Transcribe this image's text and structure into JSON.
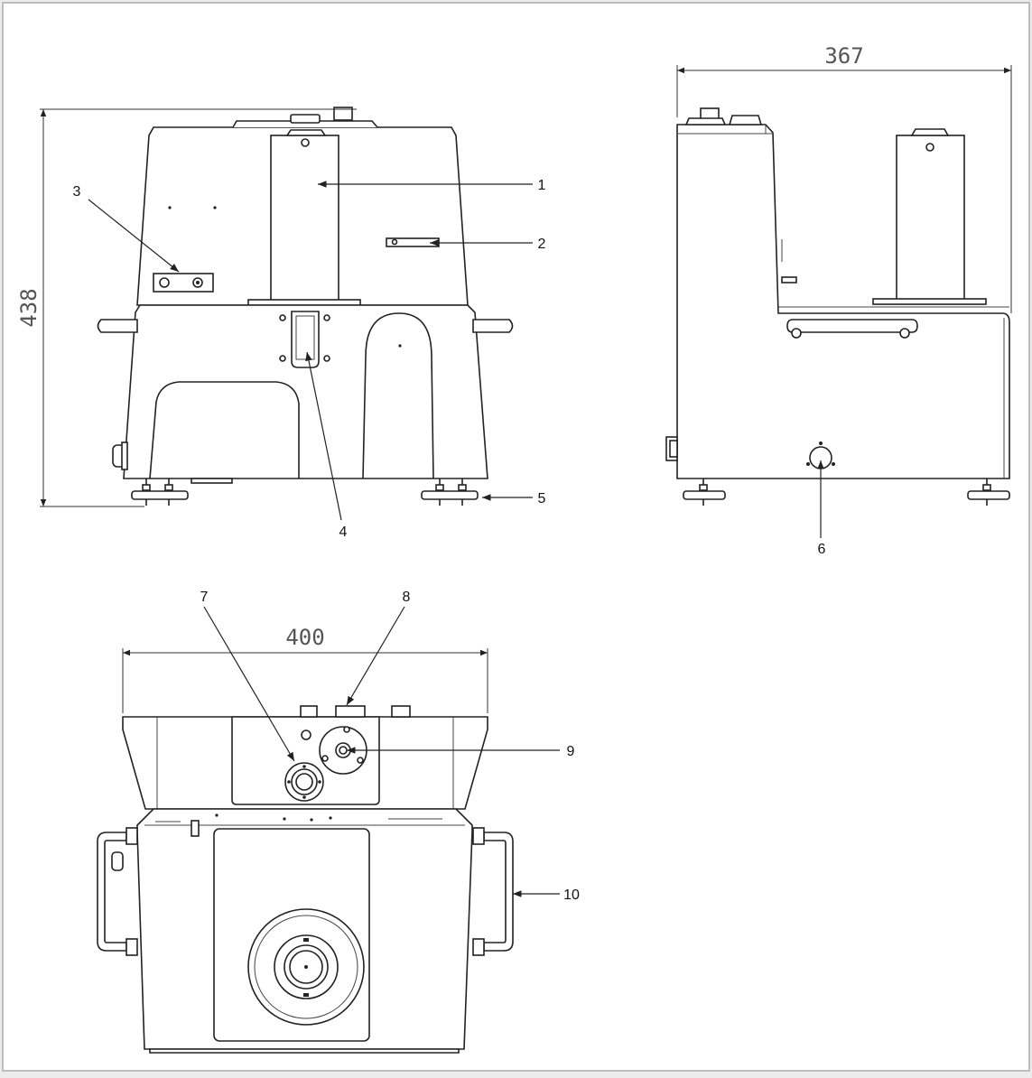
{
  "callouts": [
    "1",
    "2",
    "3",
    "4",
    "5",
    "6",
    "7",
    "8",
    "9",
    "10"
  ],
  "dimensions": {
    "height": "438",
    "depth": "367",
    "width": "400"
  },
  "colors": {
    "background": "#ececec",
    "frame": "#ffffff",
    "line": "#222222",
    "dimension_text": "#555555"
  }
}
